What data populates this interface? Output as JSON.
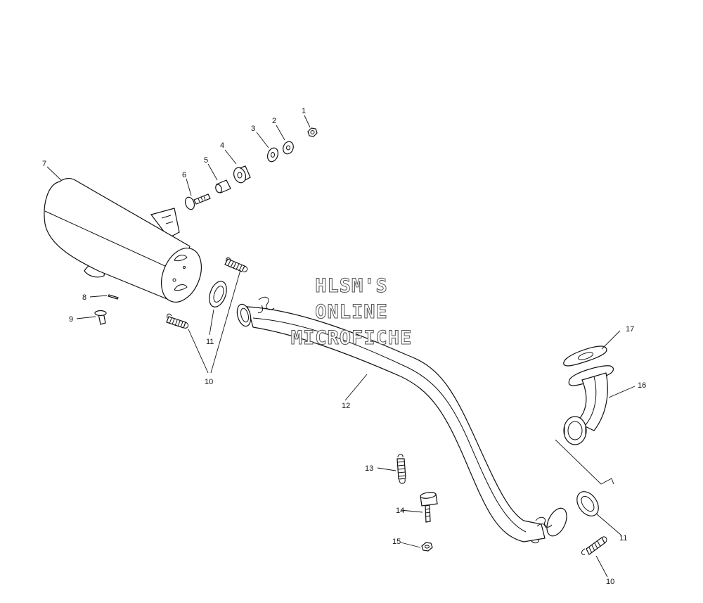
{
  "watermark": {
    "line1": "HLSM'S",
    "line2": "ONLINE",
    "line3": "MICROFICHE"
  },
  "callouts": {
    "c1": "1",
    "c2": "2",
    "c3": "3",
    "c4": "4",
    "c5": "5",
    "c6": "6",
    "c7": "7",
    "c8": "8",
    "c9": "9",
    "c10a": "10",
    "c10b": "10",
    "c11a": "11",
    "c11b": "11",
    "c12": "12",
    "c13": "13",
    "c14": "14",
    "c15": "15",
    "c16": "16",
    "c17": "17"
  }
}
